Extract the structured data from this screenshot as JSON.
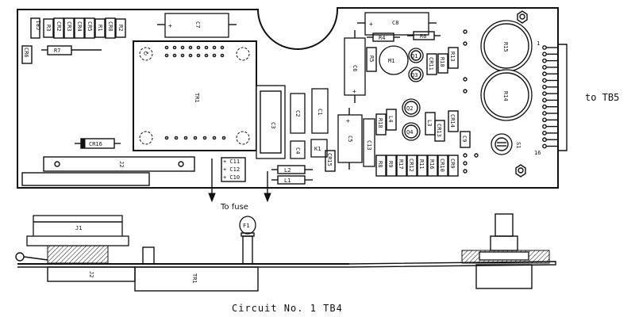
{
  "caption": "Circuit No. 1 TB4",
  "annotations": {
    "to_tb5": "to TB5",
    "to_fuse": "To fuse"
  },
  "labels": {
    "CR1": "CR1",
    "R3": "R3",
    "CR2": "CR2",
    "CR3": "CR3",
    "CR4": "CR4",
    "CR5": "CR5",
    "R1": "R1",
    "CR8": "CR8",
    "R2": "R2",
    "C7": "C7",
    "CR6": "CR6",
    "R7": "R7",
    "TR1": "TR1",
    "C8": "C8",
    "R4": "R4",
    "R6": "R6",
    "R5": "R5",
    "M1": "M1",
    "Q1": "Q1",
    "Q3": "Q3",
    "CR11": "CR11",
    "R10": "R10",
    "R13": "R13",
    "R15": "R15",
    "R14": "R14",
    "C6": "C6",
    "C2": "C2",
    "C1": "C1",
    "C3": "C3",
    "C4": "C4",
    "K1": "K1",
    "C5": "C5",
    "C13": "C13",
    "CR15": "CR15",
    "L2": "L2",
    "L1": "L1",
    "CR16": "CR16",
    "J2": "J2",
    "C11": "+ C11",
    "C12": "+ C12",
    "C10": "+ C10",
    "R18": "R18",
    "L4": "L4",
    "Q2": "Q2",
    "Q4": "Q4",
    "CR14": "CR14",
    "L3": "L3",
    "CR13": "CR13",
    "C9": "C9",
    "S1": "S1",
    "R8": "R8",
    "R9": "R9",
    "R17": "R17",
    "CR12": "CR12",
    "R11": "R11",
    "R16": "R16",
    "CR10": "CR10",
    "CR9": "CR9",
    "pin1": "1",
    "pin16": "16",
    "J1": "J1",
    "F1": "F1",
    "J2_side": "J2",
    "TR1_side": "TR1"
  }
}
